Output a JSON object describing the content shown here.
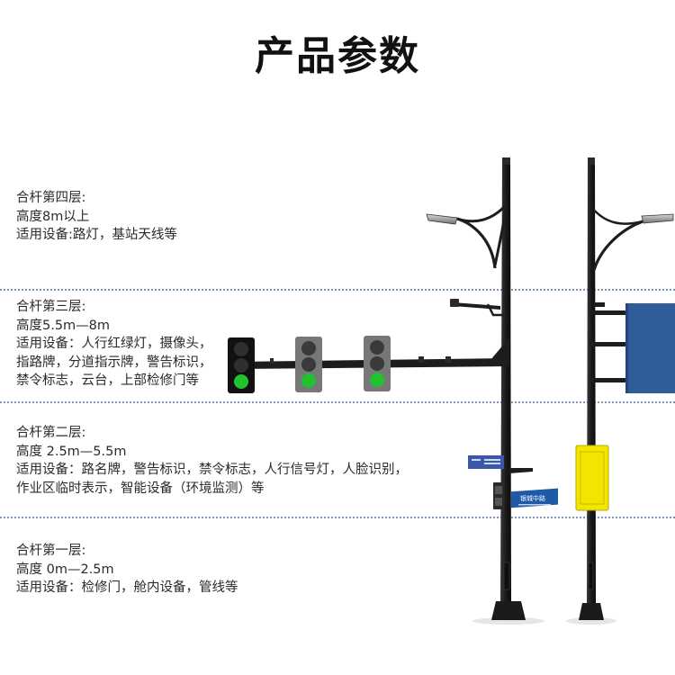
{
  "title": "产品参数",
  "layers": [
    {
      "name": "合杆第四层:",
      "height": "高度8m以上",
      "devices": [
        "适用设备:路灯，基站天线等"
      ]
    },
    {
      "name": "合杆第三层:",
      "height": "高度5.5m—8m",
      "devices": [
        "适用设备：人行红绿灯，摄像头，",
        "指路牌，分道指示牌，警告标识，",
        "禁令标志，云台，上部检修门等"
      ]
    },
    {
      "name": "合杆第二层:",
      "height": "高度 2.5m—5.5m",
      "devices": [
        "适用设备：路名牌，警告标识，禁令标志，人行信号灯，人脸识别，",
        "作业区临时表示，智能设备（环境监测）等"
      ]
    },
    {
      "name": "合杆第一层:",
      "height": "高度 0m—2.5m",
      "devices": [
        "适用设备：检修门，舱内设备，管线等"
      ]
    }
  ],
  "street_sign": "银城中路",
  "colors": {
    "pole": "#1c1c1c",
    "green_light": "#22c22e",
    "sign_blue": "#1f5aa8",
    "cabinet_yellow": "#f2e600",
    "panel_blue": "#2f5d99",
    "divider": "#7f93b8"
  }
}
